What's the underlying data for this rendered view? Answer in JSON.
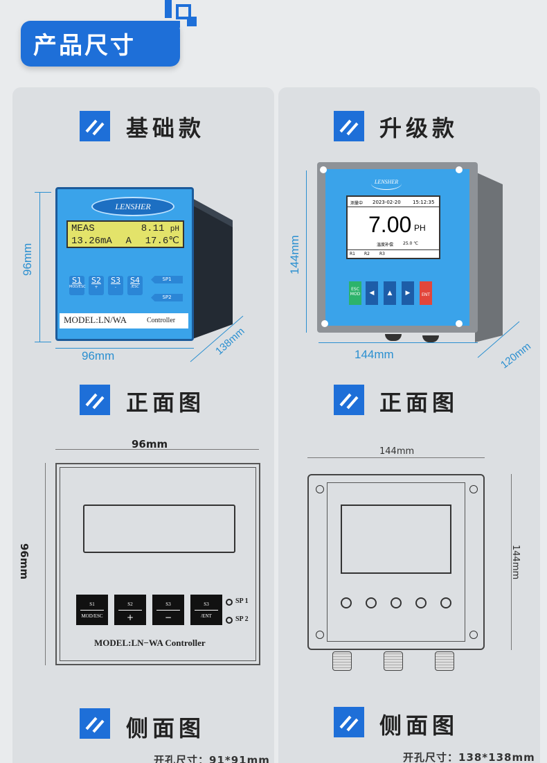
{
  "header": {
    "title": "产品尺寸"
  },
  "left": {
    "section_title": "基础款",
    "product": {
      "brand": "LENSHER",
      "display_line1_left": "MEAS",
      "display_line1_right": "8.11",
      "display_line1_unit": "pH",
      "display_line2_left": "13.26mA",
      "display_line2_mid": "A",
      "display_line2_right": "17.6",
      "display_line2_unit": "℃",
      "keys": [
        {
          "label": "S1",
          "sub": "MOD/ESC"
        },
        {
          "label": "S2",
          "sub": "+"
        },
        {
          "label": "S3",
          "sub": "-"
        },
        {
          "label": "S4",
          "sub": "/ESC"
        }
      ],
      "sp1": "SP1",
      "sp2": "SP2",
      "model": "MODEL:LN/WA",
      "controller": "Controller"
    },
    "dims": {
      "height": "96mm",
      "width": "96mm",
      "depth": "138mm"
    },
    "front_title": "正面图",
    "front": {
      "width": "96mm",
      "height": "96mm",
      "keys": [
        {
          "top": "S1",
          "label": "MOD/ESC"
        },
        {
          "top": "S2",
          "label": "+"
        },
        {
          "top": "S3",
          "label": "−"
        },
        {
          "top": "S3",
          "label": "/ENT"
        }
      ],
      "sp1": "SP 1",
      "sp2": "SP 2",
      "model": "MODEL:LN−WA  Controller"
    },
    "side_title": "侧面图",
    "cutout": "开孔尺寸：91*91mm"
  },
  "right": {
    "section_title": "升级款",
    "product": {
      "brand": "LENSHER",
      "status": "测量中",
      "date": "2023-02-20",
      "time": "15:12:35",
      "value": "7.00",
      "unit": "PH",
      "temp_label": "温度补偿",
      "temp_value": "25.0 ℃",
      "relays": [
        "R1",
        "R2",
        "R3"
      ],
      "keys": [
        "ESC MOD",
        "◀",
        "▲",
        "▶",
        "ENT"
      ]
    },
    "dims": {
      "height": "144mm",
      "width": "144mm",
      "depth": "120mm"
    },
    "front_title": "正面图",
    "front": {
      "width": "144mm",
      "height": "144mm"
    },
    "side_title": "侧面图",
    "cutout": "开孔尺寸：138*138mm"
  },
  "colors": {
    "accent": "#1e6fd8",
    "device_blue": "#3aa3ea",
    "lcd_yellow": "#e3e36a",
    "dim_blue": "#2a8fd0"
  }
}
